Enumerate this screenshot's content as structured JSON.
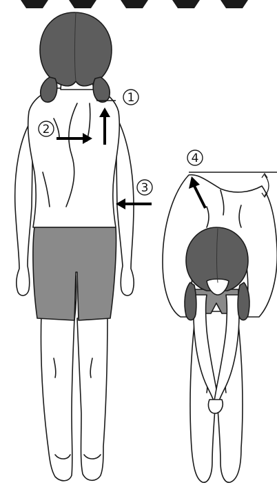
{
  "markers": [
    {
      "id": "m1",
      "label": "1"
    },
    {
      "id": "m2",
      "label": "2"
    },
    {
      "id": "m3",
      "label": "3"
    },
    {
      "id": "m4",
      "label": "4"
    }
  ],
  "colors": {
    "hair": "#5d5d5d",
    "shorts": "#8a8a8a",
    "skin": "#ffffff",
    "outline": "#1a1a1a",
    "arrow": "#000000"
  }
}
